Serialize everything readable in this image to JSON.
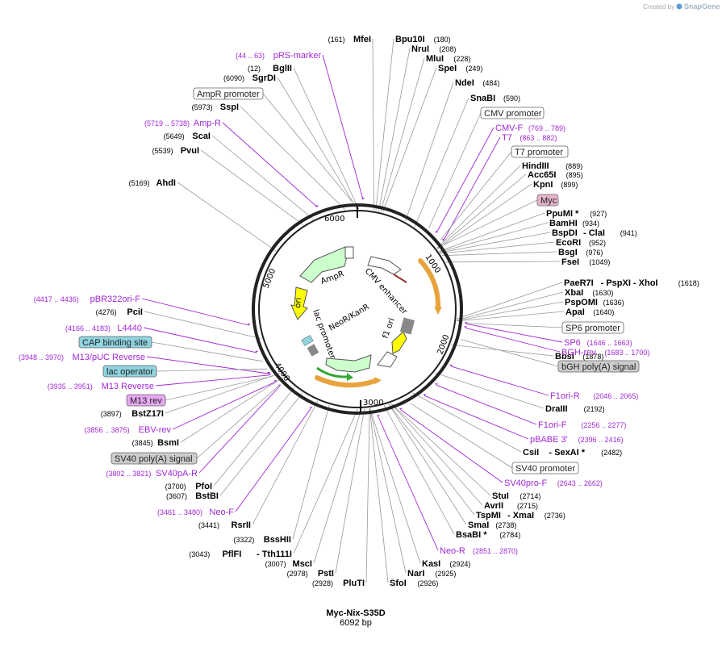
{
  "credit": {
    "prefix": "Created by",
    "brand": "SnapGene"
  },
  "plasmid": {
    "name": "Myc-Nix-S35D",
    "size_label": "6092 bp",
    "length": 6092
  },
  "ticks": [
    "1000",
    "2000",
    "3000",
    "4000",
    "5000",
    "6000"
  ],
  "features": [
    {
      "name": "CMV enhancer",
      "color": "#ffffff"
    },
    {
      "name": "AmpR",
      "color": "#ccffcc"
    },
    {
      "name": "ori",
      "color": "#ffff00"
    },
    {
      "name": "lac promoter",
      "color": "#ffffff"
    },
    {
      "name": "NeoR/KanR",
      "color": "#ccffcc"
    },
    {
      "name": "f1 ori",
      "color": "#ffff00"
    }
  ],
  "enzymes": [
    {
      "name": "MfeI",
      "pos": "(161)"
    },
    {
      "name": "Bpu10I",
      "pos": "(180)"
    },
    {
      "name": "NruI",
      "pos": "(208)"
    },
    {
      "name": "MluI",
      "pos": "(228)"
    },
    {
      "name": "SpeI",
      "pos": "(249)"
    },
    {
      "name": "NdeI",
      "pos": "(484)"
    },
    {
      "name": "SnaBI",
      "pos": "(590)"
    },
    {
      "name": "HindIII",
      "pos": "(889)"
    },
    {
      "name": "Acc65I",
      "pos": "(895)"
    },
    {
      "name": "KpnI",
      "pos": "(899)"
    },
    {
      "name": "PpuMI *",
      "pos": "(927)"
    },
    {
      "name": "BamHI",
      "pos": "(934)"
    },
    {
      "name": "BspDI",
      "sep": "- ClaI",
      "pos": "(941)"
    },
    {
      "name": "EcoRI",
      "pos": "(952)"
    },
    {
      "name": "BsgI",
      "pos": "(976)"
    },
    {
      "name": "FseI",
      "pos": "(1049)"
    },
    {
      "name": "PaeR7I",
      "sep": "- PspXI - XhoI",
      "pos": "(1618)"
    },
    {
      "name": "XbaI",
      "pos": "(1630)"
    },
    {
      "name": "PspOMI",
      "pos": "(1636)"
    },
    {
      "name": "ApaI",
      "pos": "(1640)"
    },
    {
      "name": "BbsI",
      "pos": "(1878)"
    },
    {
      "name": "DraIII",
      "pos": "(2192)"
    },
    {
      "name": "CsiI",
      "sep": "- SexAI *",
      "pos": "(2482)"
    },
    {
      "name": "StuI",
      "pos": "(2714)"
    },
    {
      "name": "AvrII",
      "pos": "(2715)"
    },
    {
      "name": "TspMI",
      "sep": "- XmaI",
      "pos": "(2736)"
    },
    {
      "name": "SmaI",
      "pos": "(2738)"
    },
    {
      "name": "BsaBI *",
      "pos": "(2784)"
    },
    {
      "name": "KasI",
      "pos": "(2924)"
    },
    {
      "name": "NarI",
      "pos": "(2925)"
    },
    {
      "name": "SfoI",
      "pos": "(2926)"
    },
    {
      "name": "PluTI",
      "pos": "(2928)"
    },
    {
      "name": "PstI",
      "pos": "(2978)"
    },
    {
      "name": "MscI",
      "pos": "(3007)"
    },
    {
      "name": "PflFI",
      "sep": "- Tth111I",
      "pos": "(3043)"
    },
    {
      "name": "BssHII",
      "pos": "(3322)"
    },
    {
      "name": "RsrII",
      "pos": "(3441)"
    },
    {
      "name": "BstBI",
      "pos": "(3607)"
    },
    {
      "name": "PfoI",
      "pos": "(3700)"
    },
    {
      "name": "BsmI",
      "pos": "(3845)"
    },
    {
      "name": "BstZ17I",
      "pos": "(3897)"
    },
    {
      "name": "PciI",
      "pos": "(4276)"
    },
    {
      "name": "AhdI",
      "pos": "(5169)"
    },
    {
      "name": "PvuI",
      "pos": "(5539)"
    },
    {
      "name": "ScaI",
      "pos": "(5649)"
    },
    {
      "name": "SspI",
      "pos": "(5973)"
    },
    {
      "name": "SgrDI",
      "pos": "(6090)"
    },
    {
      "name": "BglII",
      "pos": "(12)"
    }
  ],
  "primers": [
    {
      "name": "pRS-marker",
      "range": "(44 .. 63)"
    },
    {
      "name": "Amp-R",
      "range": "(5719 .. 5738)"
    },
    {
      "name": "CMV-F",
      "range": "(769 .. 789)"
    },
    {
      "name": "T7",
      "range": "(863 .. 882)"
    },
    {
      "name": "SP6",
      "range": "(1646 .. 1663)"
    },
    {
      "name": "BGH-rev",
      "range": "(1683 .. 1700)"
    },
    {
      "name": "F1ori-R",
      "range": "(2046 .. 2065)"
    },
    {
      "name": "F1ori-F",
      "range": "(2256 .. 2277)"
    },
    {
      "name": "pBABE 3'",
      "range": "(2396 .. 2416)"
    },
    {
      "name": "SV40pro-F",
      "range": "(2643 .. 2662)"
    },
    {
      "name": "Neo-R",
      "range": "(2851 .. 2870)"
    },
    {
      "name": "Neo-F",
      "range": "(3461 .. 3480)"
    },
    {
      "name": "SV40pA-R",
      "range": "(3802 .. 3821)"
    },
    {
      "name": "EBV-rev",
      "range": "(3856 .. 3875)"
    },
    {
      "name": "M13 Reverse",
      "range": "(3935 .. 3951)"
    },
    {
      "name": "M13/pUC Reverse",
      "range": "(3948 .. 3970)"
    },
    {
      "name": "L4440",
      "range": "(4166 .. 4183)"
    },
    {
      "name": "pBR322ori-F",
      "range": "(4417 .. 4436)"
    }
  ],
  "boxed_features": [
    {
      "name": "AmpR promoter",
      "fill": "#ffffff"
    },
    {
      "name": "CMV promoter",
      "fill": "#ffffff"
    },
    {
      "name": "T7 promoter",
      "fill": "#ffffff"
    },
    {
      "name": "Myc",
      "fill": "#e6b3cc"
    },
    {
      "name": "SP6 promoter",
      "fill": "#ffffff"
    },
    {
      "name": "bGH poly(A) signal",
      "fill": "#cccccc"
    },
    {
      "name": "SV40 promoter",
      "fill": "#ffffff"
    },
    {
      "name": "SV40 poly(A) signal",
      "fill": "#cccccc"
    },
    {
      "name": "M13 rev",
      "fill": "#e6a8f0"
    },
    {
      "name": "lac operator",
      "fill": "#8fd4e0"
    },
    {
      "name": "CAP binding site",
      "fill": "#8fd4e0"
    }
  ]
}
